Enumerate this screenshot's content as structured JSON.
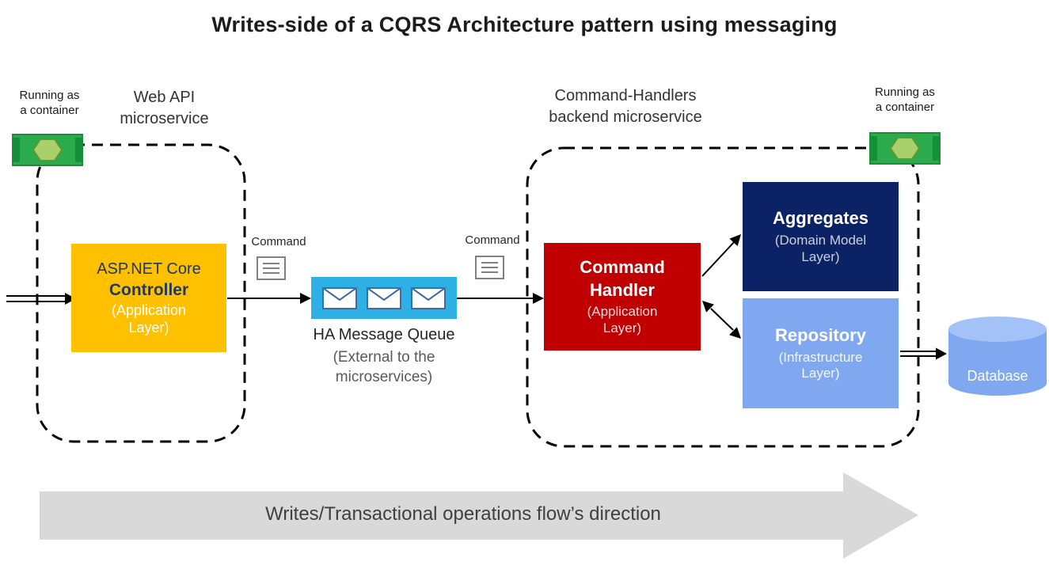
{
  "title": "Writes-side of a CQRS Architecture pattern using messaging",
  "colors": {
    "controller_bg": "#FFC000",
    "controller_text": "#1F3864",
    "queue_bg": "#2EB0E4",
    "command_handler_bg": "#C00000",
    "aggregates_bg": "#0B2265",
    "repository_bg": "#7FA8F0",
    "database_bg": "#7FA8F0",
    "container_icon_green": "#2BAB4C",
    "flow_arrow_bg": "#D9D9D9"
  },
  "web_api_service": {
    "running_note": "Running as\na container",
    "label": "Web API\nmicroservice",
    "controller_product": "ASP.NET Core",
    "controller_name": "Controller",
    "controller_layer": "(Application\nLayer)"
  },
  "queue": {
    "command_in_label": "Command",
    "command_out_label": "Command",
    "name": "HA Message Queue",
    "note": "(External to the\nmicroservices)"
  },
  "handlers_service": {
    "running_note": "Running as\na container",
    "label": "Command-Handlers\nbackend microservice",
    "command_handler_title": "Command\nHandler",
    "command_handler_layer": "(Application\nLayer)",
    "aggregates_title": "Aggregates",
    "aggregates_layer": "(Domain Model\nLayer)",
    "repository_title": "Repository",
    "repository_layer": "(Infrastructure\nLayer)"
  },
  "database": {
    "label": "Database"
  },
  "flow": {
    "label": "Writes/Transactional operations flow’s direction"
  }
}
